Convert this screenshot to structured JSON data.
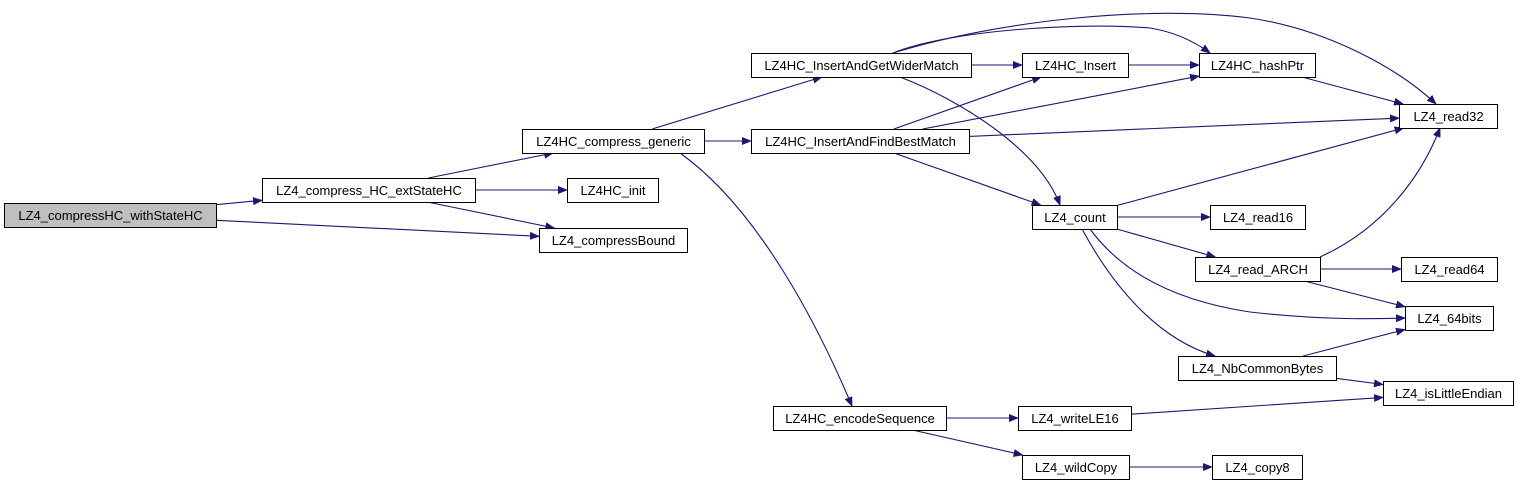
{
  "graph": {
    "edge_color": "#191970",
    "root_fill": "#bfbfbf",
    "node_fill": "#ffffff",
    "nodes": [
      {
        "id": "withStateHC",
        "label": "LZ4_compressHC_withStateHC",
        "root": true
      },
      {
        "id": "extStateHC",
        "label": "LZ4_compress_HC_extStateHC"
      },
      {
        "id": "generic",
        "label": "LZ4HC_compress_generic"
      },
      {
        "id": "hc_init",
        "label": "LZ4HC_init"
      },
      {
        "id": "compressBound",
        "label": "LZ4_compressBound"
      },
      {
        "id": "widerMatch",
        "label": "LZ4HC_InsertAndGetWiderMatch"
      },
      {
        "id": "bestMatch",
        "label": "LZ4HC_InsertAndFindBestMatch"
      },
      {
        "id": "encodeSeq",
        "label": "LZ4HC_encodeSequence"
      },
      {
        "id": "hc_insert",
        "label": "LZ4HC_Insert"
      },
      {
        "id": "hashPtr",
        "label": "LZ4HC_hashPtr"
      },
      {
        "id": "read32",
        "label": "LZ4_read32"
      },
      {
        "id": "count",
        "label": "LZ4_count"
      },
      {
        "id": "read16",
        "label": "LZ4_read16"
      },
      {
        "id": "readArch",
        "label": "LZ4_read_ARCH"
      },
      {
        "id": "read64",
        "label": "LZ4_read64"
      },
      {
        "id": "bits64",
        "label": "LZ4_64bits"
      },
      {
        "id": "nbCommon",
        "label": "LZ4_NbCommonBytes"
      },
      {
        "id": "littleEndian",
        "label": "LZ4_isLittleEndian"
      },
      {
        "id": "writeLE16",
        "label": "LZ4_writeLE16"
      },
      {
        "id": "wildCopy",
        "label": "LZ4_wildCopy"
      },
      {
        "id": "copy8",
        "label": "LZ4_copy8"
      }
    ],
    "edges": [
      {
        "from": "withStateHC",
        "to": "extStateHC"
      },
      {
        "from": "withStateHC",
        "to": "compressBound"
      },
      {
        "from": "extStateHC",
        "to": "generic"
      },
      {
        "from": "extStateHC",
        "to": "hc_init"
      },
      {
        "from": "extStateHC",
        "to": "compressBound"
      },
      {
        "from": "generic",
        "to": "widerMatch"
      },
      {
        "from": "generic",
        "to": "bestMatch"
      },
      {
        "from": "generic",
        "to": "encodeSeq"
      },
      {
        "from": "widerMatch",
        "to": "hc_insert"
      },
      {
        "from": "widerMatch",
        "to": "hashPtr"
      },
      {
        "from": "widerMatch",
        "to": "read32"
      },
      {
        "from": "widerMatch",
        "to": "count"
      },
      {
        "from": "bestMatch",
        "to": "hc_insert"
      },
      {
        "from": "bestMatch",
        "to": "hashPtr"
      },
      {
        "from": "bestMatch",
        "to": "read32"
      },
      {
        "from": "bestMatch",
        "to": "count"
      },
      {
        "from": "hc_insert",
        "to": "hashPtr"
      },
      {
        "from": "hashPtr",
        "to": "read32"
      },
      {
        "from": "count",
        "to": "read32"
      },
      {
        "from": "count",
        "to": "read16"
      },
      {
        "from": "count",
        "to": "readArch"
      },
      {
        "from": "count",
        "to": "bits64"
      },
      {
        "from": "count",
        "to": "nbCommon"
      },
      {
        "from": "readArch",
        "to": "read32"
      },
      {
        "from": "readArch",
        "to": "read64"
      },
      {
        "from": "readArch",
        "to": "bits64"
      },
      {
        "from": "nbCommon",
        "to": "bits64"
      },
      {
        "from": "nbCommon",
        "to": "littleEndian"
      },
      {
        "from": "encodeSeq",
        "to": "writeLE16"
      },
      {
        "from": "encodeSeq",
        "to": "wildCopy"
      },
      {
        "from": "writeLE16",
        "to": "littleEndian"
      },
      {
        "from": "wildCopy",
        "to": "copy8"
      }
    ]
  }
}
